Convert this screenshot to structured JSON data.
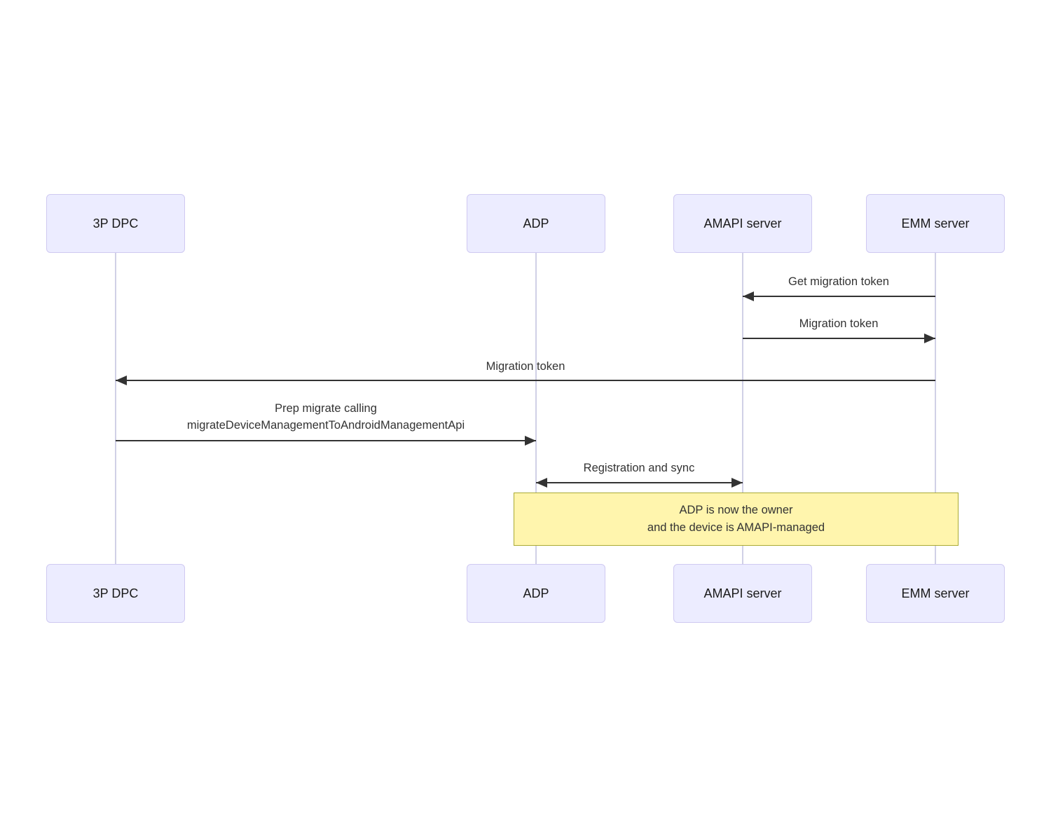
{
  "diagram": {
    "type": "sequence",
    "actors": [
      {
        "id": "3p-dpc",
        "name": "3P DPC"
      },
      {
        "id": "adp",
        "name": "ADP"
      },
      {
        "id": "amapi-server",
        "name": "AMAPI server"
      },
      {
        "id": "emm-server",
        "name": "EMM server"
      }
    ],
    "messages": [
      {
        "from": "EMM server",
        "to": "AMAPI server",
        "direction": "left",
        "label": "Get migration token"
      },
      {
        "from": "AMAPI server",
        "to": "EMM server",
        "direction": "right",
        "label": "Migration token"
      },
      {
        "from": "EMM server",
        "to": "3P DPC",
        "direction": "left",
        "label": "Migration token"
      },
      {
        "from": "3P DPC",
        "to": "ADP",
        "direction": "right",
        "label_line1": "Prep migrate calling",
        "label_line2": "migrateDeviceManagementToAndroidManagementApi"
      },
      {
        "from": "ADP",
        "to": "AMAPI server",
        "direction": "both",
        "label": "Registration and sync"
      }
    ],
    "note": {
      "line1": "ADP is now the owner",
      "line2": "and the device is AMAPI-managed"
    },
    "colors": {
      "actor_fill": "#ECECFF",
      "actor_border": "#CFC9F1",
      "lifeline": "#D0D0E6",
      "message_line": "#333333",
      "message_text": "#333333",
      "note_fill": "#FFF5AD",
      "note_border": "#AAAA33"
    }
  }
}
